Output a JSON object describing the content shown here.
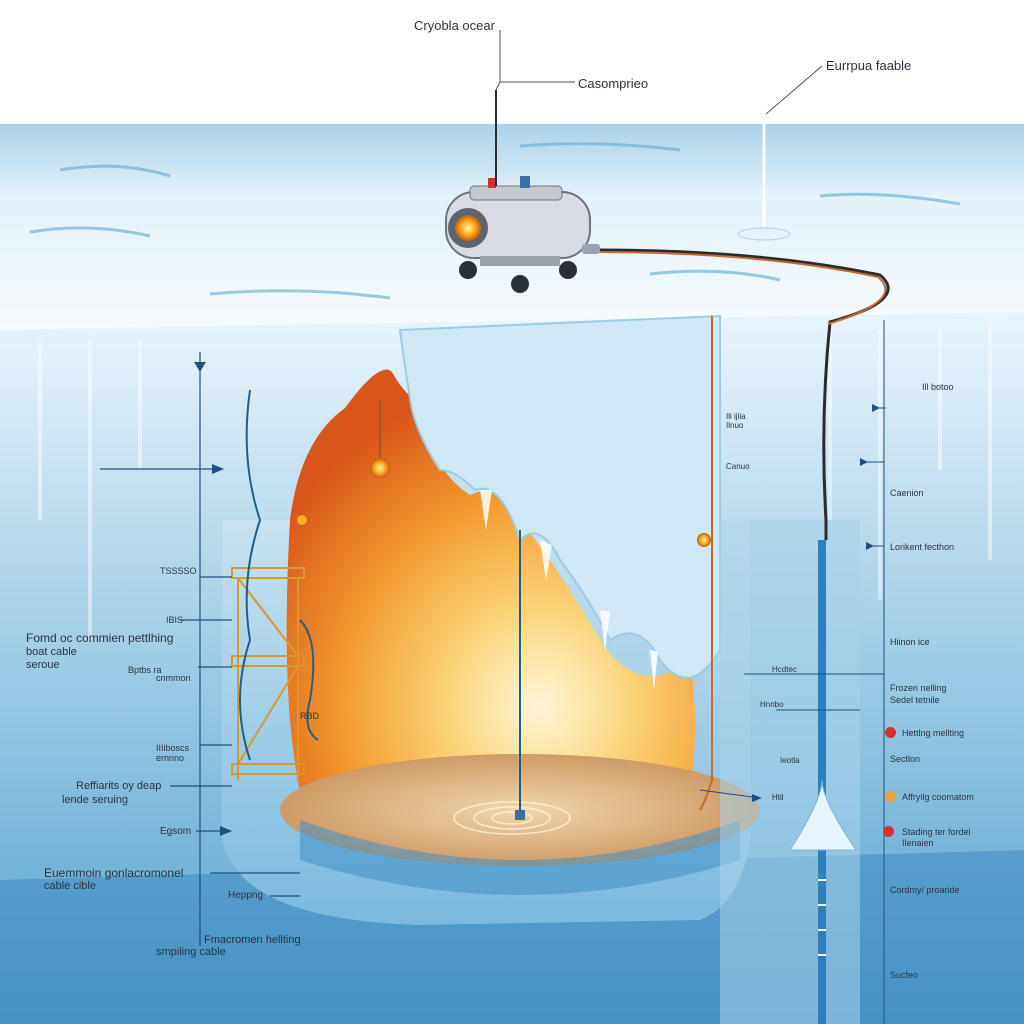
{
  "colors": {
    "sky": "#ffffff",
    "ice_surface": "#eef6fb",
    "ice_wall": "#7fb6d8",
    "ice_dark": "#3f8fc4",
    "ocean": "#4d9fd0",
    "cavity_hot": "#e96a1c",
    "cavity_mid": "#f7b13a",
    "cavity_light": "#fff1c4",
    "sediment": "#d7a776",
    "cable_orange": "#c96a2a",
    "probe_body": "#d9dde3",
    "marker_red": "#d6322a",
    "marker_orange": "#f0a23a"
  },
  "icons": [
    "rover-probe-icon",
    "tether-cable-icon",
    "sampling-cable-icon",
    "drill-rig-icon"
  ],
  "top_labels": {
    "cryobot_ocean": "Cryobla ocear",
    "cryoprobe": "Casomprieo",
    "europa_fable": "Eurrpua faable"
  },
  "left_labels": {
    "field_sampling_title": "Fomd oc commien pettlhing",
    "field_sampling_sub1": "boat cable",
    "field_sampling_sub2": "seroue",
    "tag_tsr": "TSSSSO",
    "tag_ibs": "IBIS",
    "tag_bptbs": "Bptbs ra",
    "tag_cnmmon": "cnmmon",
    "tag_iiiboscs": "IIIiboscs",
    "tag_ersmno": "ernnno",
    "tag_rbd": "RBD",
    "deep_title": "Reffiarits oy deap",
    "deep_sub": "lende seruing",
    "tag_egsom": "Egsom",
    "tether_title": "Euemmoin gonlacromonel",
    "tether_sub": "cable cible",
    "tag_hepping": "Heppng",
    "melting_title": "Fmacromen hellting",
    "melting_sub": "smpiling cable"
  },
  "center_labels": {
    "tag_a1": "Ili ijlia",
    "tag_a2": "Ilnuo",
    "tag_a3": "Canuo",
    "tag_b1": "Hcdtec",
    "tag_b2": "Hnnbo",
    "tag_b3": "Ieotla",
    "tag_b4": "Htil"
  },
  "right_labels": {
    "ice_bottom": "Ill botoo",
    "canion": "Caenion",
    "current_fecton": "Lorikent fecthon",
    "hunon_ice": "Hiinon ice",
    "frozen_melting_1": "Frozen nelling",
    "frozen_melting_2": "Sedel tetnile",
    "hotting_melting": "Hettlng mellting",
    "section": "Sectlon",
    "affying_coomatom": "Affryilg coomatom",
    "stading_fordel_1": "Stading ter fordel",
    "stading_fordel_2": "Ilenaien",
    "cordmy_proaride": "Cordmy/ proaride",
    "surface": "Sucfeo"
  }
}
